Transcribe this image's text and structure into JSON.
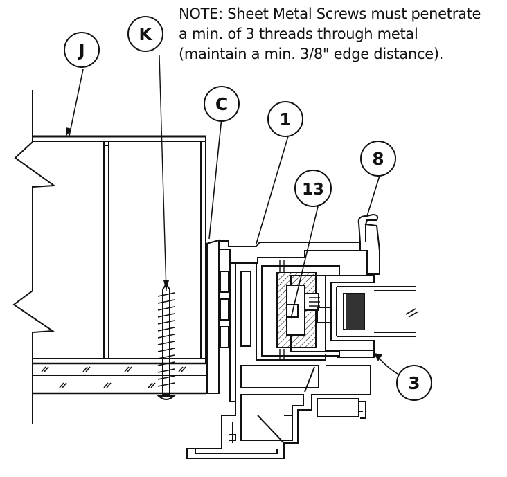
{
  "note": {
    "lines": [
      "NOTE: Sheet Metal Screws must penetrate",
      "a min. of 3 threads through metal",
      "(maintain a min. 3/8\" edge distance)."
    ]
  },
  "callouts": {
    "J": "J",
    "K": "K",
    "C": "C",
    "one": "1",
    "eight": "8",
    "thirteen": "13",
    "three": "3"
  },
  "colors": {
    "ink": "#111111",
    "paper": "#ffffff",
    "gasket": "#333333"
  }
}
